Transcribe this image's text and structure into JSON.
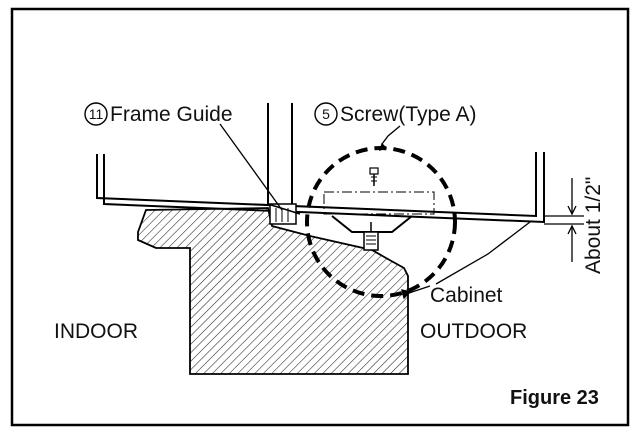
{
  "figure": {
    "title": "Figure 23",
    "labels": {
      "frame_guide_number": "11",
      "frame_guide": "Frame Guide",
      "screw_number": "5",
      "screw": "Screw(Type A)",
      "about": "About 1/2\"",
      "cabinet": "Cabinet",
      "indoor": "INDOOR",
      "outdoor": "OUTDOOR"
    }
  }
}
